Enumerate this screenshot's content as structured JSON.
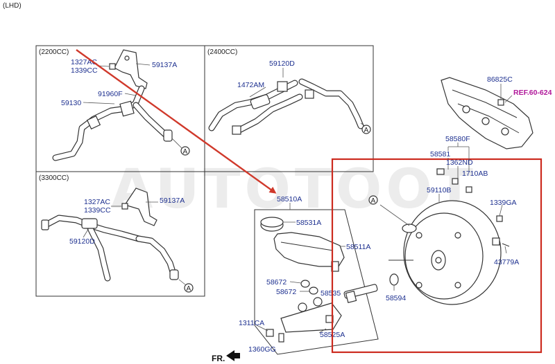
{
  "header": {
    "variant": "(LHD)"
  },
  "watermark": "AUTOTOOT",
  "panels": {
    "p2200": {
      "title": "(2200CC)"
    },
    "p2400": {
      "title": "(2400CC)"
    },
    "p3300": {
      "title": "(3300CC)"
    }
  },
  "labels": {
    "l_1327AC_a": "1327AC",
    "l_1339CC_a": "1339CC",
    "l_59137A_a": "59137A",
    "l_91960F": "91960F",
    "l_59130": "59130",
    "l_59120D_a": "59120D",
    "l_1472AM": "1472AM",
    "l_1327AC_b": "1327AC",
    "l_1339CC_b": "1339CC",
    "l_59137A_b": "59137A",
    "l_59120D_b": "59120D",
    "l_86825C": "86825C",
    "l_58580F": "58580F",
    "l_58581": "58581",
    "l_1362ND": "1362ND",
    "l_1710AB": "1710AB",
    "l_59110B": "59110B",
    "l_1339GA": "1339GA",
    "l_43779A": "43779A",
    "l_58594": "58594",
    "l_58510A": "58510A",
    "l_58531A": "58531A",
    "l_58511A": "58511A",
    "l_58672_a": "58672",
    "l_58672_b": "58672",
    "l_58535": "58535",
    "l_1311CA": "1311CA",
    "l_58525A": "58525A",
    "l_1360GG": "1360GG"
  },
  "reference": {
    "text": "REF.60-624"
  },
  "connector": {
    "letter": "A"
  },
  "direction": {
    "text": "FR."
  },
  "colors": {
    "label": "#1c2f8f",
    "reference": "#b0179a",
    "highlight": "#cc2a1e",
    "arrow": "#d0392b"
  }
}
